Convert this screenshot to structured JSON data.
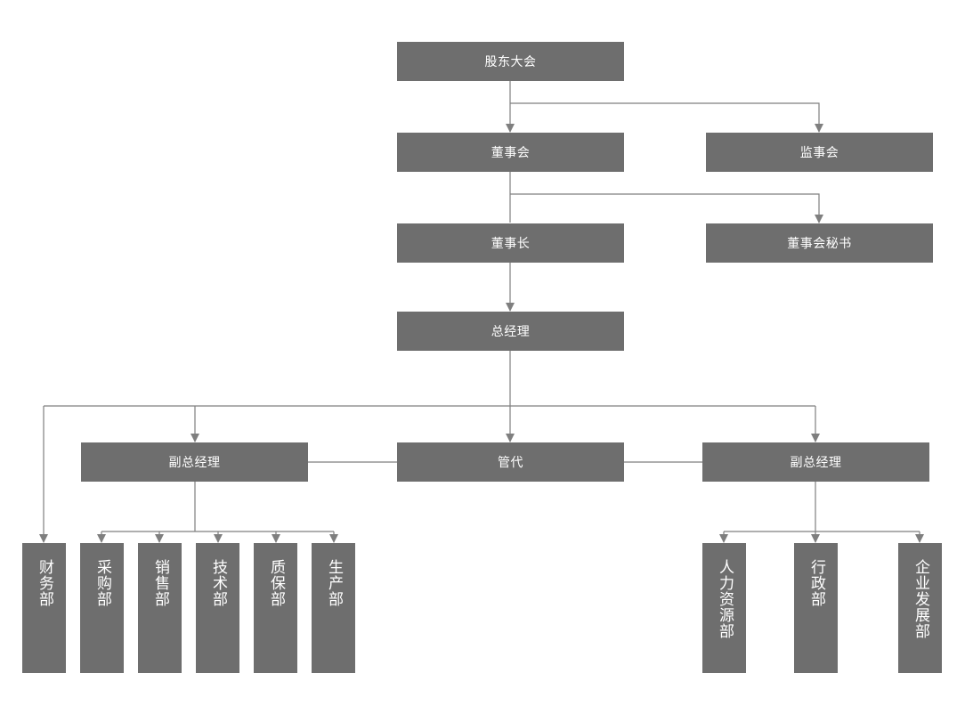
{
  "theme": {
    "node_fill": "#6e6e6e",
    "line_color": "#7f7f7f",
    "text_color": "#ffffff"
  },
  "nodes": {
    "shareholders_meeting": "股东大会",
    "board_of_directors": "董事会",
    "board_of_supervisors": "监事会",
    "chairman": "董事长",
    "board_secretary": "董事会秘书",
    "general_manager": "总经理",
    "deputy_gm_left": "副总经理",
    "management_agent": "管代",
    "deputy_gm_right": "副总经理",
    "departments_left": [
      "财务部",
      "采购部",
      "销售部",
      "技术部",
      "质保部",
      "生产部"
    ],
    "departments_right": [
      "人力资源部",
      "行政部",
      "企业发展部"
    ]
  }
}
